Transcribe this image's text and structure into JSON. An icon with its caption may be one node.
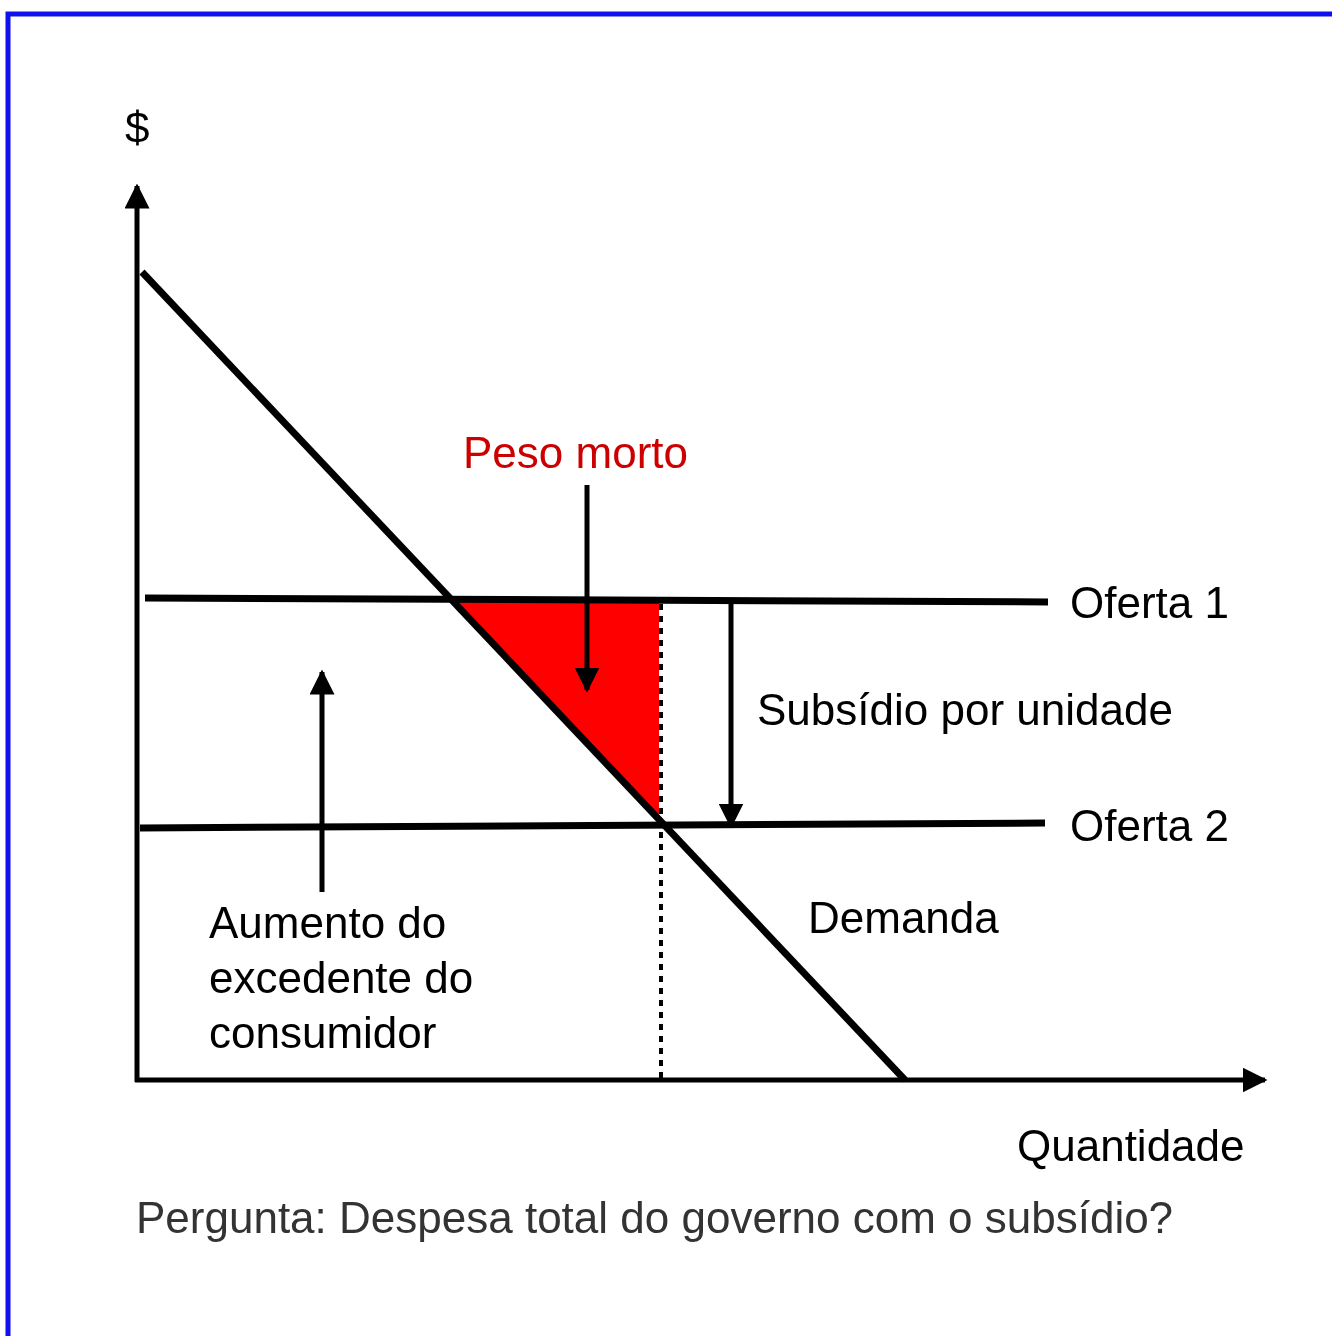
{
  "diagram": {
    "caption": "Pergunta: Despesa total do governo com o subsídio?",
    "nodes": [
      {
        "text": [
          "Peso morto"
        ]
      },
      {
        "text": [],
        "shape": "triangle"
      },
      {
        "text": [
          "Aumento do excedente do consumidor"
        ]
      }
    ],
    "edges": [
      {
        "from": 0,
        "to": 1,
        "arrow": "to"
      },
      {
        "from": 2,
        "to": null,
        "arrow": "to"
      }
    ],
    "labels": [
      "$",
      "Oferta 1",
      "Subsídio por unidade",
      "Oferta 2",
      "Demanda",
      "Quantidade"
    ]
  }
}
